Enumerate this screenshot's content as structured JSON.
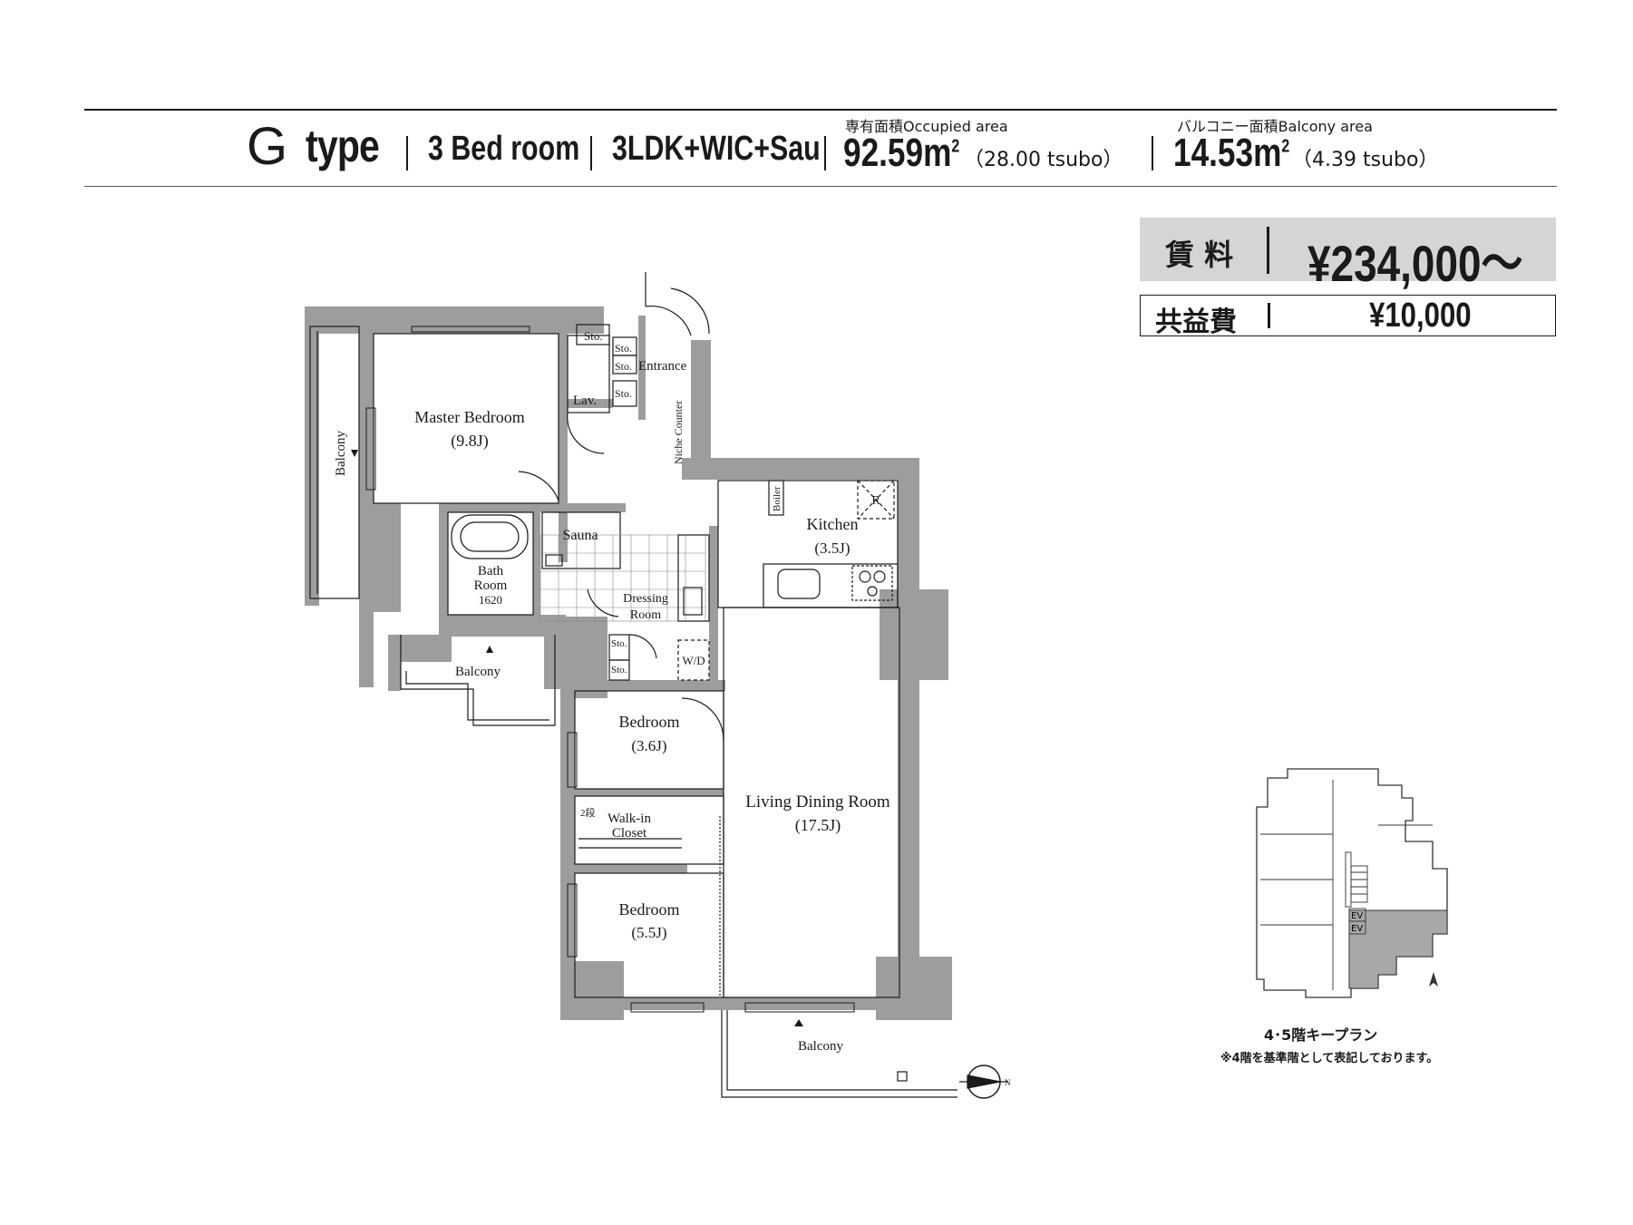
{
  "header": {
    "type_letter": "G",
    "type_word": "type",
    "bedrooms": "3 Bed room",
    "layout": "3LDK+WIC+Sau",
    "occupied_label": "専有面積Occupied area",
    "occupied_value": "92.59",
    "occupied_unit": "m",
    "occupied_sup": "2",
    "occupied_tsubo": "（28.00 tsubo）",
    "balcony_label": "バルコニー面積Balcony area",
    "balcony_value": "14.53",
    "balcony_unit": "m",
    "balcony_sup": "2",
    "balcony_tsubo": "（4.39 tsubo）"
  },
  "pricing": {
    "rent_label": "賃 料",
    "rent_value": "¥234,000〜",
    "fee_label": "共益費",
    "fee_value": "¥10,000"
  },
  "rooms": {
    "master_bedroom": "Master Bedroom",
    "master_bedroom_size": "(9.8J)",
    "sto": "Sto.",
    "lav": "Lav.",
    "entrance": "Entrance",
    "niche_counter": "Niche Counter",
    "boiler": "Boiler",
    "fridge": "R",
    "kitchen": "Kitchen",
    "kitchen_size": "(3.5J)",
    "sauna": "Sauna",
    "bath_room_1": "Bath",
    "bath_room_2": "Room",
    "bath_size": "1620",
    "dressing_1": "Dressing",
    "dressing_2": "Room",
    "wd": "W/D",
    "balcony": "Balcony",
    "bedroom": "Bedroom",
    "bedroom_a_size": "(3.6J)",
    "bedroom_b_size": "(5.5J)",
    "walkin_1": "Walk-in",
    "walkin_2": "Closet",
    "shelf": "2段",
    "living": "Living Dining Room",
    "living_size": "(17.5J)",
    "north": "N"
  },
  "keyplan": {
    "ev": "EV",
    "title": "4･5階キープラン",
    "note": "※4階を基準階として表記しております。"
  },
  "colors": {
    "wall": "#9d9d9d",
    "ink": "#1a1a1a",
    "highlight": "#a8a8a8",
    "rent_bg": "#d5d5d5"
  }
}
